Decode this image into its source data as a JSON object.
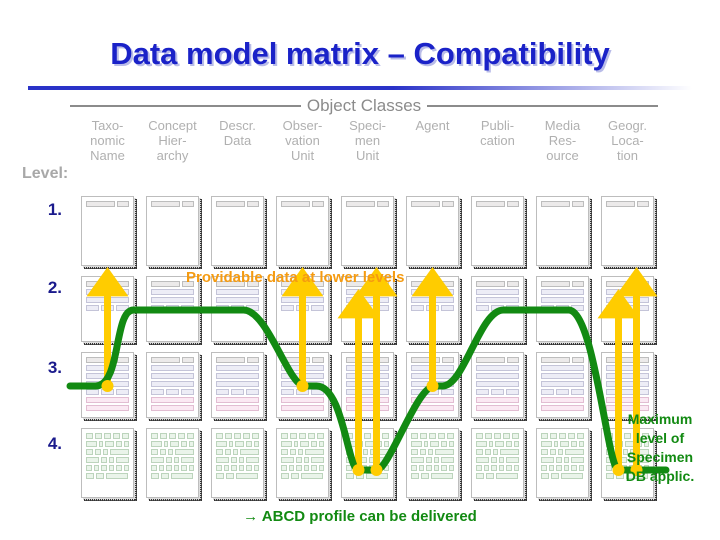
{
  "slide": {
    "title": "Data model matrix – Compatibility",
    "title_color": "#1a22c8",
    "accent_green": "#128a12",
    "accent_orange": "#f59b11",
    "accent_yellow": "#ffcc00"
  },
  "matrix": {
    "band_label": "Object Classes",
    "level_caption": "Level:",
    "levels": [
      "1.",
      "2.",
      "3.",
      "4."
    ],
    "columns": [
      {
        "id": "taxonomic-name",
        "lines": [
          "Taxo-",
          "nomic",
          "Name"
        ]
      },
      {
        "id": "concept-hierarchy",
        "lines": [
          "Concept",
          "Hier-",
          "archy"
        ]
      },
      {
        "id": "descr-data",
        "lines": [
          "Descr.",
          "Data",
          ""
        ]
      },
      {
        "id": "observation-unit",
        "lines": [
          "Obser-",
          "vation",
          "Unit"
        ]
      },
      {
        "id": "specimen-unit",
        "lines": [
          "Speci-",
          "men",
          "Unit"
        ]
      },
      {
        "id": "agent",
        "lines": [
          "Agent",
          "",
          ""
        ]
      },
      {
        "id": "publication",
        "lines": [
          "Publi-",
          "cation",
          ""
        ]
      },
      {
        "id": "media-resource",
        "lines": [
          "Media",
          "Res-",
          "ource"
        ]
      },
      {
        "id": "geogr-location",
        "lines": [
          "Geogr.",
          "Loca-",
          "tion"
        ]
      }
    ],
    "cell_contents": {
      "level1": [
        [
          {
            "w": 30,
            "c": "gray"
          },
          {
            "w": 12,
            "c": "gray"
          }
        ]
      ],
      "level2": [
        [
          {
            "w": 30,
            "c": "gray"
          },
          {
            "w": 12,
            "c": "gray"
          }
        ],
        [
          {
            "w": 45,
            "c": "lilac"
          }
        ],
        [
          {
            "w": 45,
            "c": "lilac"
          }
        ],
        [
          {
            "w": 13,
            "c": "lilac"
          },
          {
            "w": 13,
            "c": "lilac"
          },
          {
            "w": 13,
            "c": "lilac"
          }
        ]
      ],
      "level3": [
        [
          {
            "w": 30,
            "c": "gray"
          },
          {
            "w": 12,
            "c": "gray"
          }
        ],
        [
          {
            "w": 45,
            "c": "lilac"
          }
        ],
        [
          {
            "w": 45,
            "c": "lilac"
          }
        ],
        [
          {
            "w": 45,
            "c": "lilac"
          }
        ],
        [
          {
            "w": 13,
            "c": "lilac"
          },
          {
            "w": 13,
            "c": "lilac"
          },
          {
            "w": 13,
            "c": "lilac"
          }
        ],
        [
          {
            "w": 45,
            "c": "pink"
          }
        ],
        [
          {
            "w": 45,
            "c": "pink"
          }
        ]
      ],
      "level4": [
        [
          {
            "w": 8,
            "c": "green"
          },
          {
            "w": 8,
            "c": "green"
          },
          {
            "w": 8,
            "c": "green"
          },
          {
            "w": 8,
            "c": "green"
          },
          {
            "w": 8,
            "c": "green"
          }
        ],
        [
          {
            "w": 12,
            "c": "green"
          },
          {
            "w": 5,
            "c": "green"
          },
          {
            "w": 10,
            "c": "green"
          },
          {
            "w": 6,
            "c": "green"
          },
          {
            "w": 6,
            "c": "green"
          }
        ],
        [
          {
            "w": 7,
            "c": "green"
          },
          {
            "w": 7,
            "c": "green"
          },
          {
            "w": 5,
            "c": "green"
          },
          {
            "w": 21,
            "c": "green"
          }
        ],
        [
          {
            "w": 14,
            "c": "green"
          },
          {
            "w": 6,
            "c": "green"
          },
          {
            "w": 6,
            "c": "green"
          },
          {
            "w": 14,
            "c": "green"
          }
        ],
        [
          {
            "w": 6,
            "c": "green"
          },
          {
            "w": 6,
            "c": "green"
          },
          {
            "w": 6,
            "c": "green"
          },
          {
            "w": 6,
            "c": "green"
          },
          {
            "w": 6,
            "c": "green"
          },
          {
            "w": 6,
            "c": "green"
          }
        ],
        [
          {
            "w": 8,
            "c": "green"
          },
          {
            "w": 8,
            "c": "green"
          },
          {
            "w": 22,
            "c": "green"
          }
        ]
      ]
    }
  },
  "annotations": {
    "providable": "Providable data at lower levels",
    "max_level_line1": "Maximum",
    "max_level_line2": "level of",
    "max_level_line3": "Specimen",
    "max_level_line4": "DB applic.",
    "bottom_arrow": "→",
    "bottom_text": "ABCD profile can be delivered"
  }
}
